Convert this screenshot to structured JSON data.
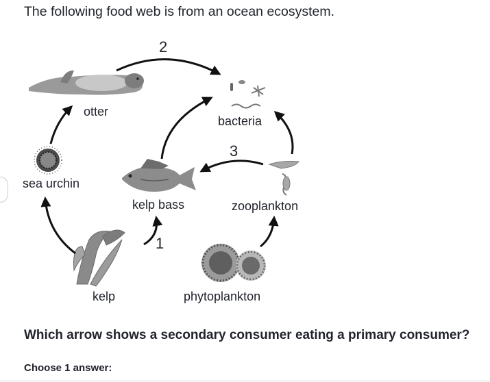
{
  "intro_text": "The following food web is from an ocean ecosystem.",
  "organisms": {
    "otter": "otter",
    "bacteria": "bacteria",
    "sea_urchin": "sea urchin",
    "kelp_bass": "kelp bass",
    "zooplankton": "zooplankton",
    "kelp": "kelp",
    "phytoplankton": "phytoplankton"
  },
  "arrow_numbers": {
    "arrow_1": "1",
    "arrow_2": "2",
    "arrow_3": "3"
  },
  "question": "Which arrow shows a secondary consumer eating a primary consumer?",
  "choose_prompt": "Choose 1 answer:"
}
